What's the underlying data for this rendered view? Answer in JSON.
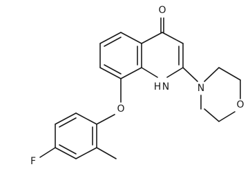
{
  "molecule": {
    "atoms": {
      "carbonyl_o": "O",
      "ring_nh": "H",
      "ring_n": "N",
      "morpholine_n": "N",
      "morpholine_o": "O",
      "ether_o": "O",
      "fluorine": "F"
    }
  }
}
